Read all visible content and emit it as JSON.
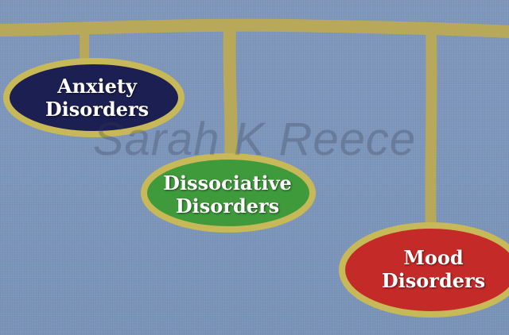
{
  "watermark": "Sarah K Reece",
  "nodes": {
    "anxiety": {
      "line1": "Anxiety",
      "line2": "Disorders",
      "fill": "#1c1f52"
    },
    "dissociative": {
      "line1": "Dissociative",
      "line2": "Disorders",
      "fill": "#3f9a3c"
    },
    "mood": {
      "line1": "Mood",
      "line2": "Disorders",
      "fill": "#c42a28"
    }
  },
  "colors": {
    "background": "#7d96bb",
    "connector": "#b6a85a",
    "outline": "#c7b957"
  }
}
